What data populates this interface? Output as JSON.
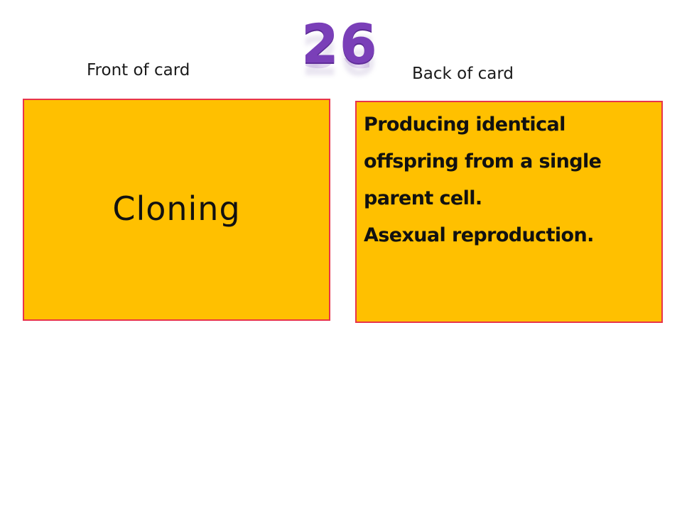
{
  "slide": {
    "number": "26",
    "front_label": "Front of card",
    "back_label": "Back of card"
  },
  "card_front": {
    "term": "Cloning"
  },
  "card_back": {
    "lines": [
      "Producing identical",
      "offspring from a single",
      "parent cell.",
      "Asexual reproduction."
    ]
  },
  "colors": {
    "card_fill": "#ffc000",
    "card_border": "#e8344a",
    "number_color": "#7a3fb8"
  }
}
